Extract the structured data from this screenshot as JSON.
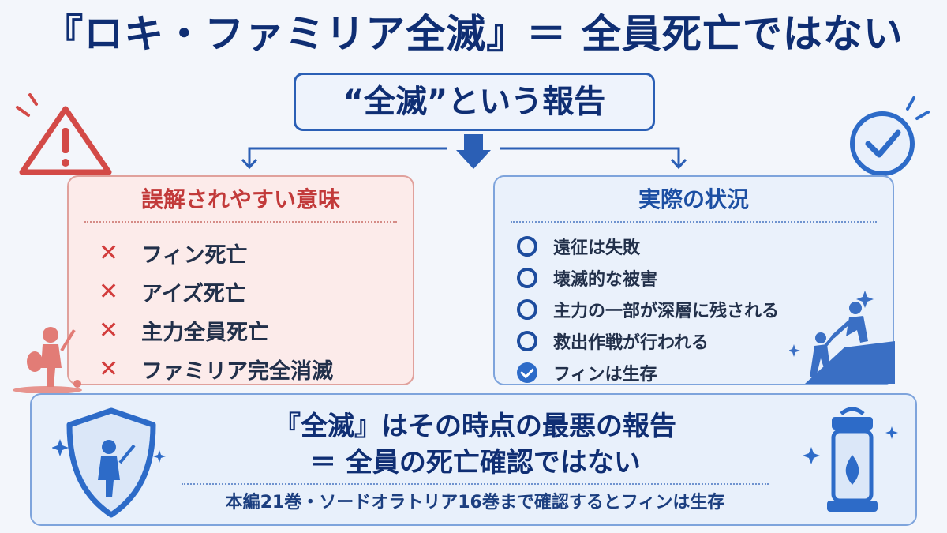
{
  "title": "『ロキ・ファミリア全滅』＝ 全員死亡ではない",
  "top_box": "“全滅”という報告",
  "left_panel": {
    "title": "誤解されやすい意味",
    "items": [
      "フィン死亡",
      "アイズ死亡",
      "主力全員死亡",
      "ファミリア完全消滅"
    ],
    "mark": "✕"
  },
  "right_panel": {
    "title": "実際の状況",
    "items": [
      "遠征は失敗",
      "壊滅的な被害",
      "主力の一部が深層に残される",
      "救出作戦が行われる",
      "フィンは生存"
    ]
  },
  "bottom": {
    "line1": "『全滅』はその時点の最悪の報告",
    "line2": "＝ 全員の死亡確認ではない",
    "note": "本編21巻・ソードオラトリア16巻まで確認するとフィンは生存"
  },
  "colors": {
    "navy": "#0f2e73",
    "red": "#d23c3c",
    "blue": "#2d6bc8"
  },
  "icons": [
    "warning-icon",
    "checkmark-icon",
    "shield-icon",
    "lantern-icon",
    "sparkle-icon"
  ]
}
